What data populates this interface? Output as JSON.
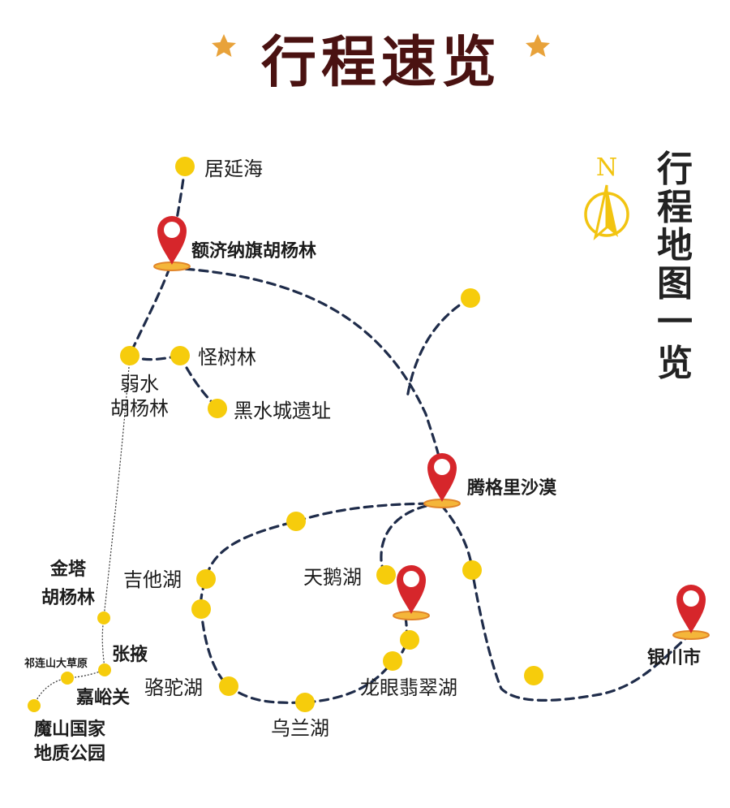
{
  "title": "行程速览",
  "side_title": [
    "行",
    "程",
    "地",
    "图",
    "一",
    "览"
  ],
  "compass_label": "N",
  "colors": {
    "title": "#4a1211",
    "star": "#e8a23a",
    "dot": "#f6cc0c",
    "route": "#1f2c4a",
    "pin": "#d6262b",
    "compass": "#f2c411"
  },
  "places": {
    "juyanhai": "居延海",
    "ejina": "额济纳旗胡杨林",
    "guaishulin": "怪树林",
    "ruoshui": [
      "弱水",
      "胡杨林"
    ],
    "heishuicheng": "黑水城遗址",
    "tengger": "腾格里沙漠",
    "jinta": [
      "金塔",
      "胡杨林"
    ],
    "jitahu": "吉他湖",
    "tianehu": "天鹅湖",
    "yinchuan": "银川市",
    "zhangye": "张掖",
    "qilian": "祁连山大草原",
    "jiayuguan": "嘉峪关",
    "luotuohu": "骆驼湖",
    "longyan": "龙眼翡翠湖",
    "wulanhu": "乌兰湖",
    "moshan": [
      "魔山国家",
      "地质公园"
    ]
  }
}
